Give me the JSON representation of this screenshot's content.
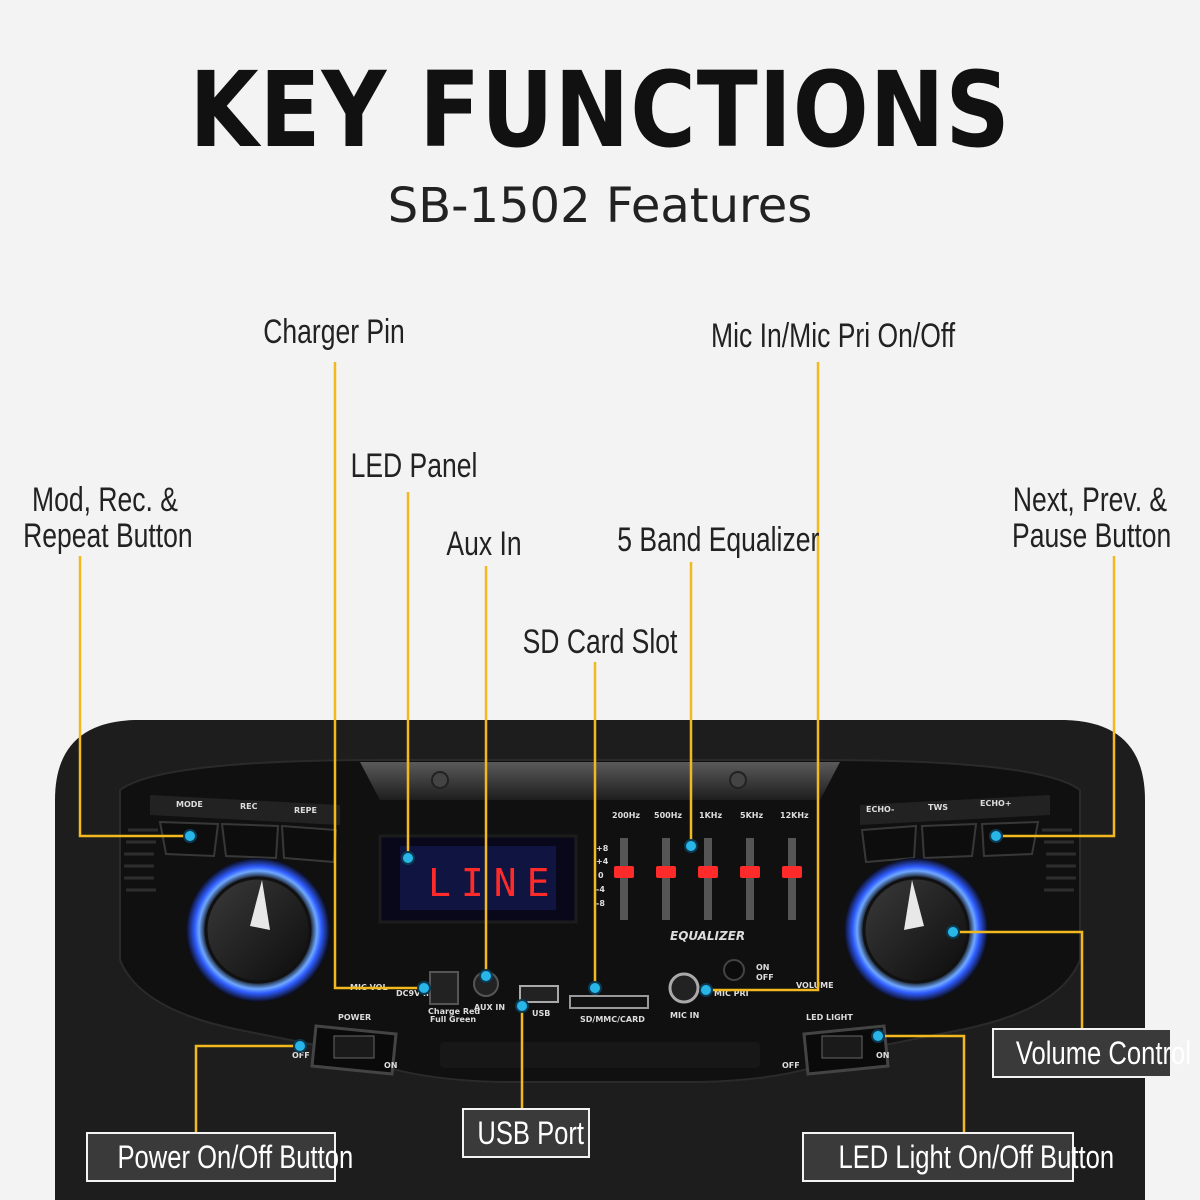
{
  "header": {
    "title": "KEY FUNCTIONS",
    "subtitle": "SB-1502 Features"
  },
  "callouts": {
    "charger_pin": "Charger Pin",
    "mic_in": "Mic In/Mic Pri On/Off",
    "led_panel": "LED Panel",
    "mode_buttons_line1": "Mod, Rec. &",
    "mode_buttons_line2": "Repeat Button",
    "aux_in": "Aux In",
    "equalizer": "5 Band Equalizer",
    "next_prev_line1": "Next, Prev. &",
    "next_prev_line2": "Pause Button",
    "sd_slot": "SD Card Slot",
    "volume_control": "Volume Control",
    "usb_port": "USB Port",
    "power_button": "Power On/Off Button",
    "led_light_button": "LED Light On/Off Button"
  },
  "panel": {
    "btn_mode": "MODE",
    "btn_rec": "REC",
    "btn_repeat": "REPE",
    "btn_echo_minus": "ECHO-",
    "btn_tws": "TWS",
    "btn_echo_plus": "ECHO+",
    "display_text": "LINE",
    "eq_freqs": [
      "200Hz",
      "500Hz",
      "1KHz",
      "5KHz",
      "12KHz"
    ],
    "eq_scale": [
      "+8",
      "+4",
      "0",
      "-4",
      "-8"
    ],
    "eq_label": "EQUALIZER",
    "mic_vol": "MIC VOL",
    "dc_in": "DC9V IN",
    "charge_note_1": "Charge Red",
    "charge_note_2": "Full Green",
    "aux_label": "AUX IN",
    "usb_label": "USB",
    "sd_label": "SD/MMC/CARD",
    "mic_in_label": "MIC IN",
    "mic_pri_label": "MIC PRI",
    "mic_pri_on": "ON",
    "mic_pri_off": "OFF",
    "volume_label": "VOLUME",
    "power_label": "POWER",
    "power_off": "OFF",
    "power_on": "ON",
    "led_light_label": "LED LIGHT",
    "led_off": "OFF",
    "led_on": "ON"
  },
  "colors": {
    "accent_leader": "#f2b81e",
    "dot": "#28b6e8",
    "led_red": "#ff2a2a",
    "ring_blue": "#3a7cff"
  }
}
